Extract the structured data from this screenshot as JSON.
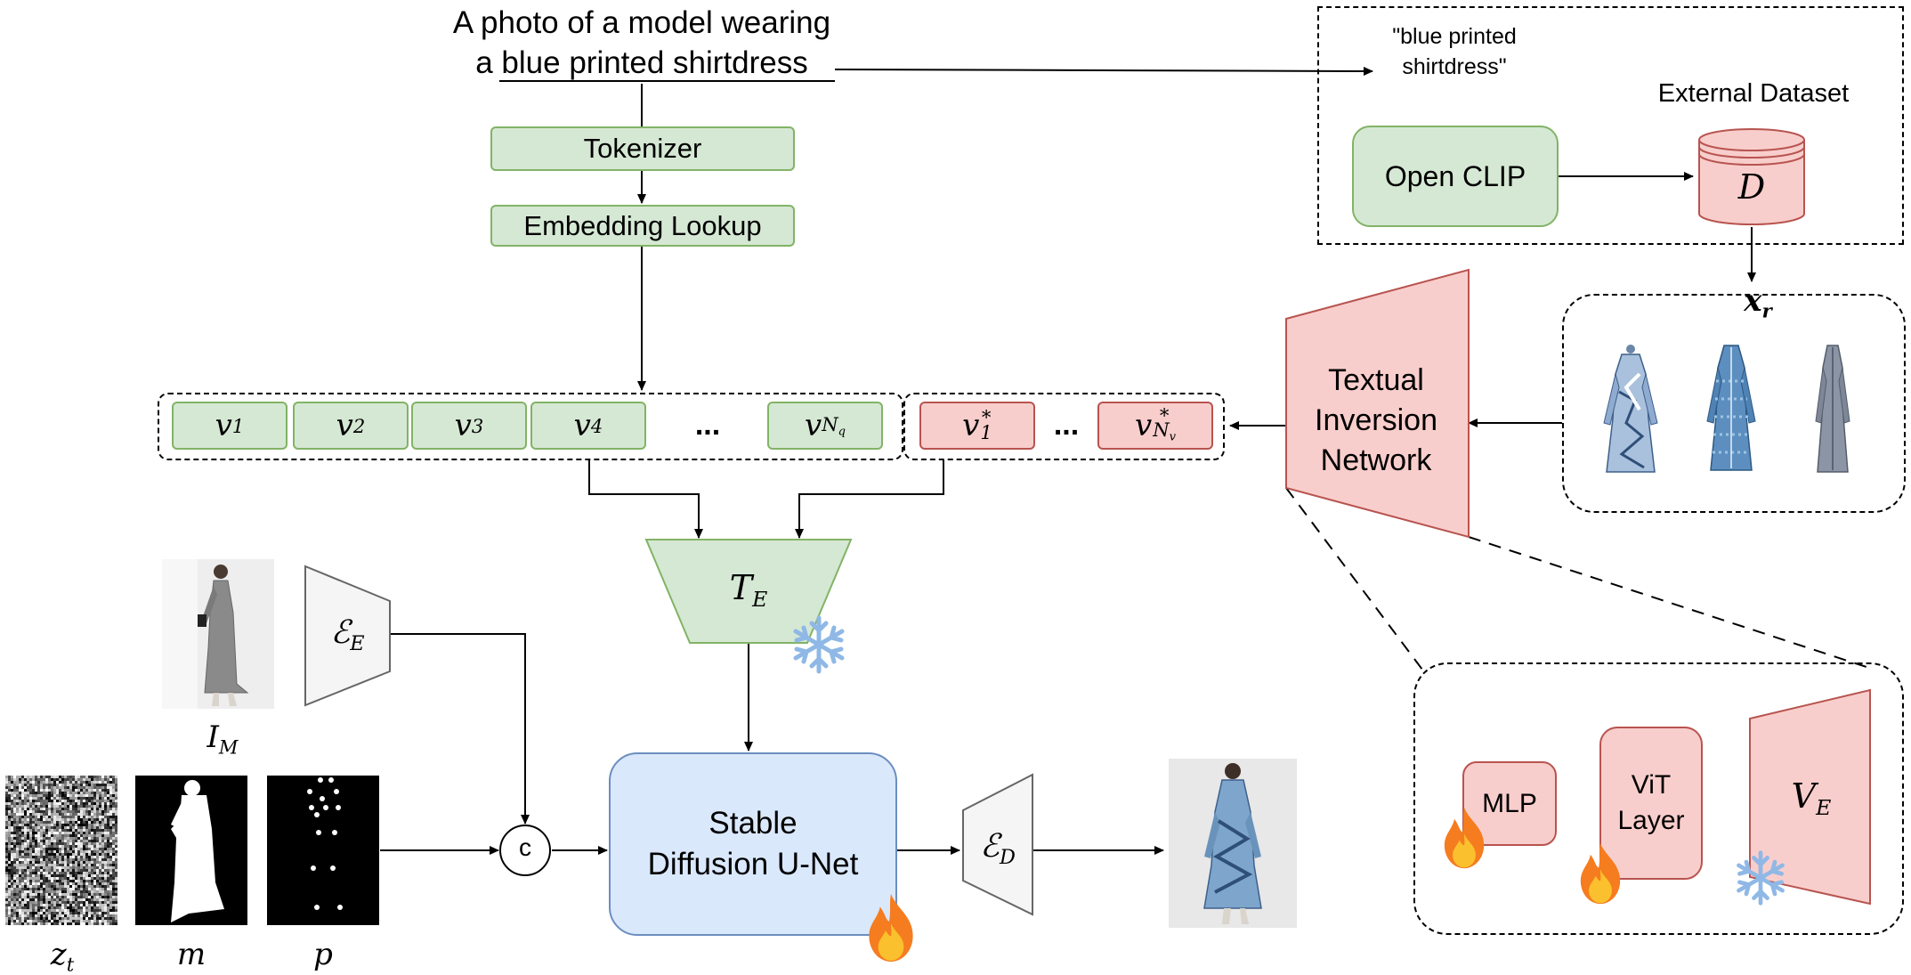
{
  "caption": {
    "line1": "A photo of a model wearing",
    "line2_prefix": "a ",
    "line2_underlined": "blue printed shirtdress"
  },
  "pipeline": {
    "tokenizer": "Tokenizer",
    "embedding_lookup": "Embedding Lookup"
  },
  "retrieval": {
    "query_text": "\"blue printed shirtdress\"",
    "open_clip": "Open CLIP",
    "external_dataset": "External Dataset",
    "dataset_symbol": "D",
    "retrieved_symbol": "x",
    "retrieved_subscript": "r"
  },
  "tokens": {
    "text": [
      {
        "base": "v",
        "sub": "1"
      },
      {
        "base": "v",
        "sub": "2"
      },
      {
        "base": "v",
        "sub": "3"
      },
      {
        "base": "v",
        "sub": "4"
      }
    ],
    "ellipsis": "...",
    "last_text": {
      "base": "v",
      "sub": "N",
      "subsub": "q"
    },
    "pseudo_first": {
      "base": "v",
      "sup": "*",
      "sub": "1"
    },
    "pseudo_ellipsis": "...",
    "pseudo_last": {
      "base": "v",
      "sup": "*",
      "sub": "N",
      "subsub": "v"
    }
  },
  "textual_inversion": "Textual Inversion Network",
  "text_encoder": {
    "base": "T",
    "sub": "E"
  },
  "image_encoder": {
    "base": "ℰ",
    "sub": "E"
  },
  "decoder": {
    "base": "ℰ",
    "sub": "D"
  },
  "unet": "Stable Diffusion U-Net",
  "concat_symbol": "c",
  "inputs": {
    "model_image": {
      "base": "I",
      "sub": "M"
    },
    "noise": {
      "base": "z",
      "sub": "t"
    },
    "mask": "m",
    "pose": "p"
  },
  "tin_detail": {
    "mlp": "MLP",
    "vit_layer": "ViT Layer",
    "vision_encoder": {
      "base": "V",
      "sub": "E"
    }
  },
  "icons": {
    "frozen": "snowflake-icon",
    "trainable": "fire-icon"
  },
  "colors": {
    "green_fill": "#d5e8d4",
    "green_stroke": "#82b366",
    "red_fill": "#f8cecc",
    "red_stroke": "#b85450",
    "blue_fill": "#dae8fc",
    "blue_stroke": "#6c8ebf",
    "gray_fill": "#f5f5f5",
    "gray_stroke": "#666666"
  }
}
